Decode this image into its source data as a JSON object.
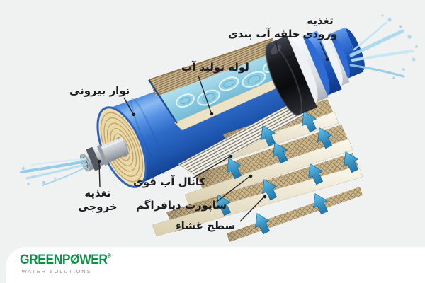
{
  "page": {
    "background": "#f0f1f1",
    "panel_background": "#ffffff"
  },
  "diagram": {
    "subject": "reverse-osmosis-membrane-cutaway",
    "labels": {
      "feed_inlet_line1": "تغذیه",
      "feed_inlet_line2": "ورودی",
      "sealing_ring": "حلقه آب بندی",
      "production_tube": "لوله تولید آب",
      "outer_wrap": "نوار بیرونی",
      "feed_outlet_line1": "تغذیه",
      "feed_outlet_line2": "خروجی",
      "brine_channel": "کانال آب قوی",
      "diaphragm_support": "ساپورت دیافراگم",
      "membrane_surface": "سطح غشاء"
    },
    "colors": {
      "housing_blue": "#2e6cc9",
      "seal_black": "#15161a",
      "spiral_cream": "#e9d8a8",
      "mesh_tan": "#cbb68c",
      "water_blue": "#9ed6e8",
      "flow_arrow_blue": "#2b96cf",
      "label_text": "#1c1c20"
    }
  },
  "logo": {
    "brand": "GREENPØWER",
    "registered": "®",
    "tagline": "WATER SOLUTIONS",
    "brand_color": "#0e9046",
    "tagline_color": "#8e9297"
  }
}
